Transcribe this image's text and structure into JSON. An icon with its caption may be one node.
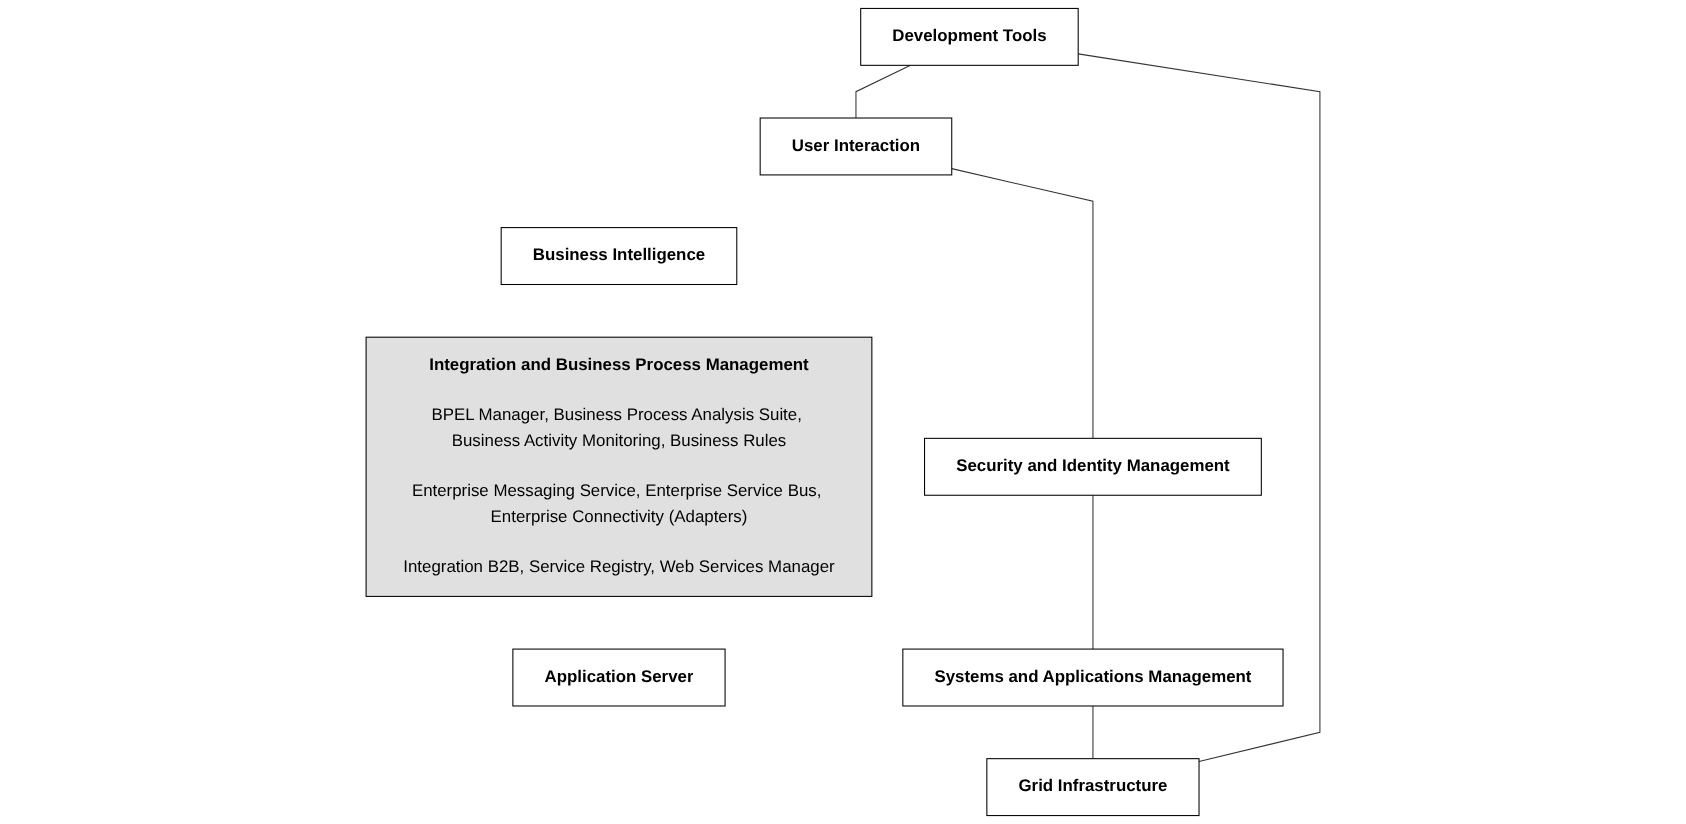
{
  "diagram": {
    "nodes": [
      {
        "text": [
          "User Interaction"
        ]
      },
      {
        "text": [
          "Business Intelligence"
        ]
      },
      {
        "text": [
          "Integration and Business Process Management",
          "BPEL Manager, Business Process Analysis Suite, Business Activity Monitoring, Business Rules",
          "Enterprise Messaging Service, Enterprise Service Bus, Enterprise Connectivity (Adapters)",
          "Integration B2B, Service Registry, Web Services Manager"
        ]
      },
      {
        "text": [
          "Application Server"
        ]
      },
      {
        "text": [
          "Grid Infrastructure"
        ]
      },
      {
        "text": [
          "Development Tools"
        ]
      },
      {
        "text": [
          "Security and Identity Management"
        ]
      },
      {
        "text": [
          "Systems and Applications Management"
        ]
      }
    ],
    "edges": [
      {
        "from": 5,
        "to": 0,
        "arrow": "none"
      },
      {
        "from": 5,
        "to": 4,
        "arrow": "none"
      },
      {
        "from": 0,
        "to": 6,
        "arrow": "none"
      },
      {
        "from": 6,
        "to": 7,
        "arrow": "none"
      },
      {
        "from": 7,
        "to": 4,
        "arrow": "none"
      }
    ]
  }
}
